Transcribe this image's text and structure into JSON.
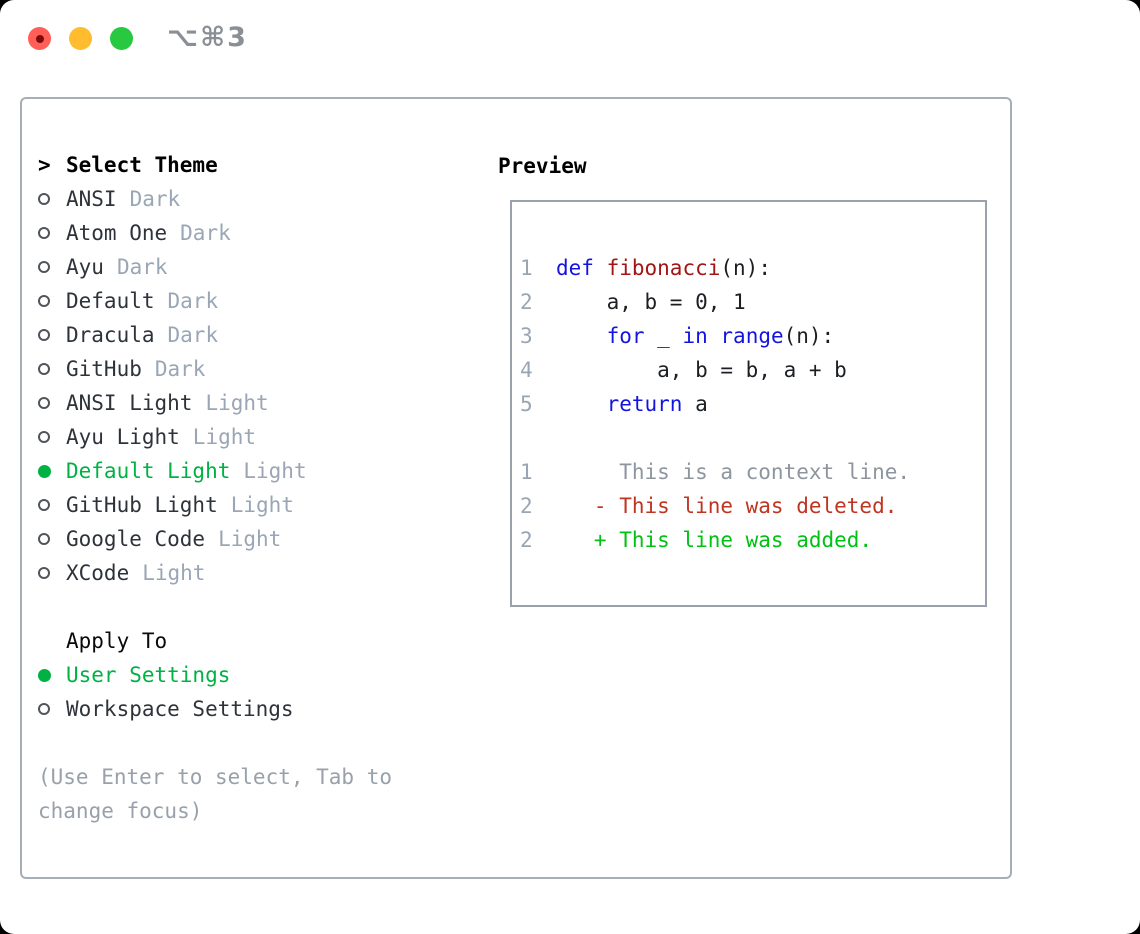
{
  "titlebar": {
    "shortcut": "⌥⌘3",
    "traffic_lights": [
      {
        "name": "close",
        "color": "#ff5f57",
        "has_dot": true,
        "dot_color": "#7c0b0b"
      },
      {
        "name": "minimize",
        "color": "#febc2e",
        "has_dot": false
      },
      {
        "name": "zoom",
        "color": "#28c840",
        "has_dot": false
      }
    ]
  },
  "theme_panel": {
    "title_marker": ">",
    "title": "Select Theme",
    "items": [
      {
        "name": "ANSI",
        "tag": "Dark",
        "selected": false
      },
      {
        "name": "Atom One",
        "tag": "Dark",
        "selected": false
      },
      {
        "name": "Ayu",
        "tag": "Dark",
        "selected": false
      },
      {
        "name": "Default",
        "tag": "Dark",
        "selected": false
      },
      {
        "name": "Dracula",
        "tag": "Dark",
        "selected": false
      },
      {
        "name": "GitHub",
        "tag": "Dark",
        "selected": false
      },
      {
        "name": "ANSI Light",
        "tag": "Light",
        "selected": false
      },
      {
        "name": "Ayu Light",
        "tag": "Light",
        "selected": false
      },
      {
        "name": "Default Light",
        "tag": "Light",
        "selected": true
      },
      {
        "name": "GitHub Light",
        "tag": "Light",
        "selected": false
      },
      {
        "name": "Google Code",
        "tag": "Light",
        "selected": false
      },
      {
        "name": "XCode",
        "tag": "Light",
        "selected": false
      }
    ],
    "apply_to": {
      "title": "Apply To",
      "options": [
        {
          "label": "User Settings",
          "selected": true
        },
        {
          "label": "Workspace Settings",
          "selected": false
        }
      ]
    },
    "hint_lines": [
      "(Use Enter to select, Tab to",
      "change focus)"
    ]
  },
  "preview": {
    "title": "Preview",
    "code_lines": [
      {
        "num": "1",
        "tokens": [
          [
            "def",
            "kw"
          ],
          [
            " ",
            ""
          ],
          [
            "fibonacci",
            "fn"
          ],
          [
            "(n):",
            ""
          ]
        ]
      },
      {
        "num": "2",
        "tokens": [
          [
            "    a, b = 0, 1",
            ""
          ]
        ]
      },
      {
        "num": "3",
        "tokens": [
          [
            "    ",
            ""
          ],
          [
            "for",
            "kw"
          ],
          [
            " _ ",
            ""
          ],
          [
            "in",
            "kw"
          ],
          [
            " ",
            ""
          ],
          [
            "range",
            "kw"
          ],
          [
            "(n):",
            ""
          ]
        ]
      },
      {
        "num": "4",
        "tokens": [
          [
            "        a, b = b, a + b",
            ""
          ]
        ]
      },
      {
        "num": "5",
        "tokens": [
          [
            "    ",
            ""
          ],
          [
            "return",
            "kw"
          ],
          [
            " a",
            ""
          ]
        ]
      }
    ],
    "diff_lines": [
      {
        "num": "1",
        "text": "     This is a context line.",
        "type": "context"
      },
      {
        "num": "2",
        "text": "   - This line was deleted.",
        "type": "deleted"
      },
      {
        "num": "2",
        "text": "   + This line was added.",
        "type": "added"
      }
    ]
  },
  "colors": {
    "selection_green": "#00b244",
    "keyword_blue": "#1414e0",
    "function_red": "#a31515",
    "plain_code": "#1b1f24",
    "line_number_gray": "#9aa5b3",
    "context_gray": "#8d959e",
    "deleted_red": "#c03522",
    "added_green": "#00c213"
  }
}
